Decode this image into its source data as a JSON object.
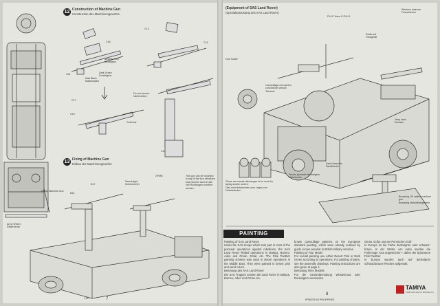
{
  "left_page": {
    "page_number": "7",
    "step12": {
      "number": "12",
      "title": "Construction of Machine Gun",
      "title_de": "Construction des Maschinengewehrs"
    },
    "step13": {
      "number": "13",
      "title": "Fixing of Machine Gun",
      "title_de": "Einbau der Maschinengewehre"
    },
    "parts": [
      "C16",
      "C14",
      "C18",
      "C21",
      "C19",
      "C17",
      "C15",
      "C24",
      "B17",
      "B13"
    ],
    "callouts": {
      "metallic_grey": "Metallic Grey\nMetallgrau",
      "dark_green": "Dark Green\nDunkelgrün",
      "matt_black": "Matt Black\nMattschwarz",
      "do_not_cement": "Do not cement\nNicht kleben",
      "gold_leaf": "Gold leaf",
      "searchlight": "Searchlight\nScheinwerfer",
      "gpmg": "GPMG",
      "cut_off_part": "This gun can be mounted in any of the four directions\nDas Gewehr kann in alle vier Richtungen montiert werden",
      "heavy_mg": "Heavy Machine Gun",
      "army_wheel": "Army Wheel\nReserverad"
    }
  },
  "right_page": {
    "page_number": "8",
    "equipment_title": "(Equipment of SAS Land Rover)",
    "equipment_subtitle": "(Spezialausrüstung des SAS Land Rover)",
    "callouts": {
      "gun_holder": "Gun holder",
      "camouflage_net": "Camouflage net used to conceal the vehicle.\nTarnnetz",
      "fm47": "FN 47 8mm G.P.M.G.",
      "radio_set": "Radio set\nFunkgerät",
      "jerry_cans": "Jerry cans\nKanister",
      "grenade": "Smoke grenade dischargers\nNebelwerfer",
      "sand_channels": "Sand channels\nSandbleche",
      "wireless_ant": "Wireless antenna\nFunkantenne",
      "browning": "Browning .50 calibre machine gun\nBrowning Maschinengewehr",
      "smoke_text": "These are smoke discharges to be used for laying smoke screen.\nDies sind Nebelwerfer zum Legen von Nebelwänden."
    },
    "painting": {
      "title": "PAINTING",
      "col1": "Painting of SAS Land Rover\nUnder the SAS troops which took part in most of the post-war operations against rebellions, the SAS Land Rover fielded operations in Malaya, Borneo, Aden and Oman, Dofar, etc. The Pink Panther painting scheme was used in desert operations in the Middle East. They were painted in desert pink and sand colors.\nBemalung des SAS Land Rover\nDie SAS Truppen setzten die Land Rover in Malaya, Borneo, Aden und Oman ein.",
      "col2": "brown camouflage patterns on the European standard painting, which were already outlined by guide curves peculiar to British military vehicles.\nPainting of Your Model\nFor overall painting use either Desert Pink or Dark Green according to operations. For painting of parts, see the assembly drawings. Painting instructions are also given at page 4.\nBemalung Ihres Modells\nFür die Gesamtbemalung Wüstenrosa oder Dunkelgrün verwenden.",
      "col3": "Oman, Dofar und am Persischen Golf.\nIn Europa ist die Farbe dunkelgrün oder schwarz-braun. In der Wüste von Aden wurden die Fahrzeuge rosa angestrichen - daher der Spitzname Pink Panther.\nIn Europe wurden auch auf dunkelgrün schwarzbraune Flecken aufgemalt."
    },
    "brand": {
      "name": "TAMIYA",
      "sub": "TAMIYA PLASTIC MODEL CO."
    },
    "printed": "PRINTED IN PHILIPPINES"
  }
}
